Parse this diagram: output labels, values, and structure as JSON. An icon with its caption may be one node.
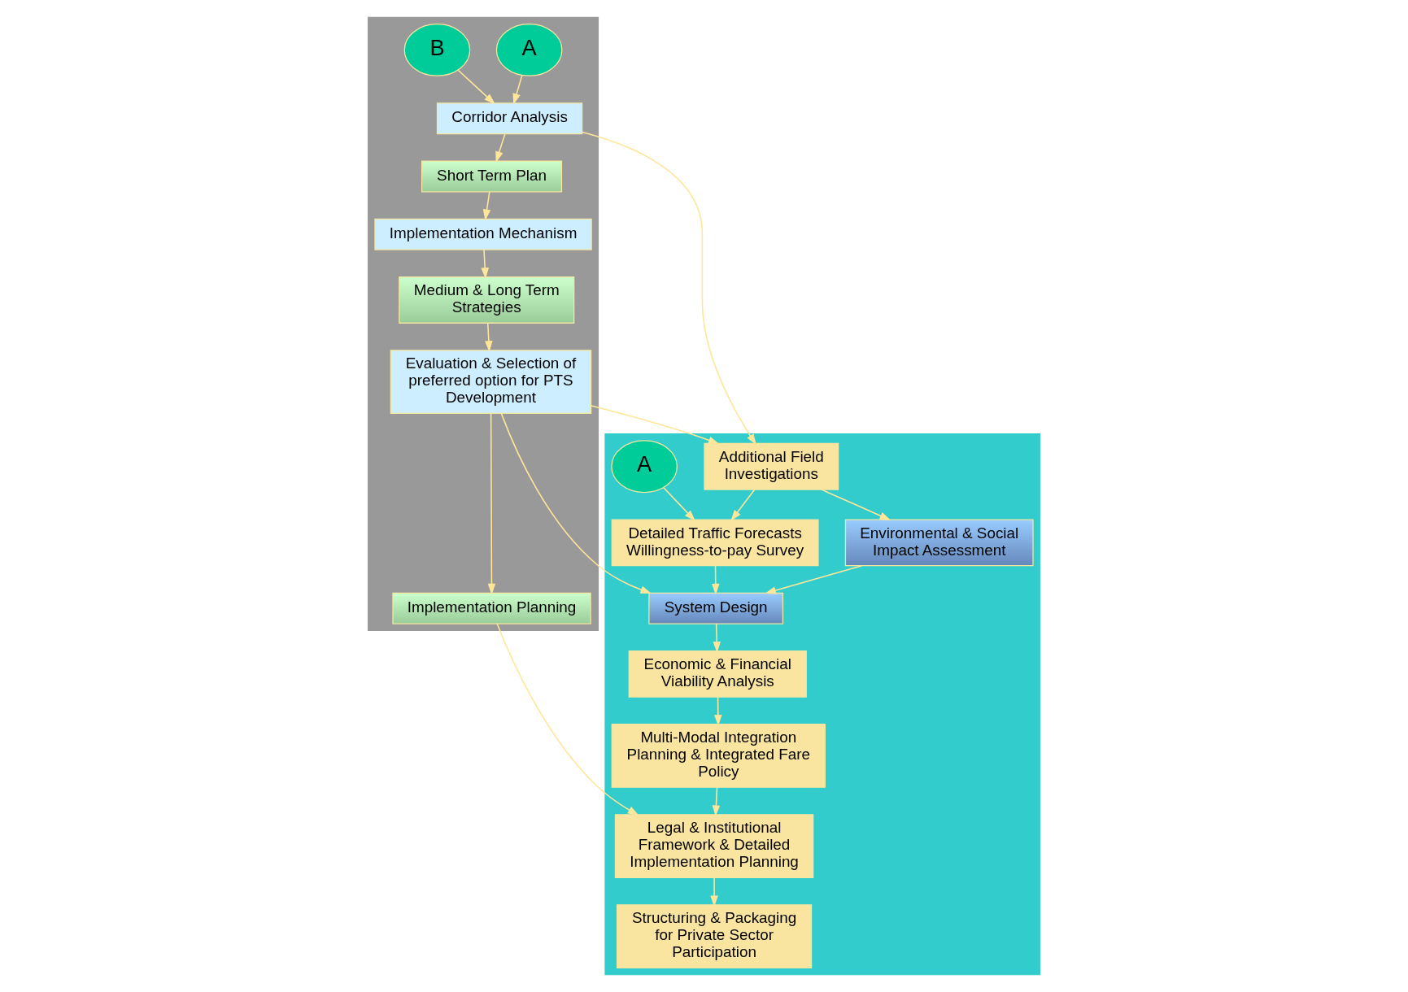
{
  "diagram": {
    "nodes": [
      {
        "text": [],
        "shape": "box"
      },
      {
        "text": [
          "A"
        ],
        "in": 0
      },
      {
        "text": [
          "B"
        ],
        "in": 0
      },
      {
        "text": [
          "Corridor Analysis"
        ],
        "in": 0
      },
      {
        "text": [
          "Short Term Plan"
        ],
        "in": 0
      },
      {
        "text": [
          "Implementation Mechanism"
        ],
        "in": 0
      },
      {
        "text": [
          "Medium & Long Term Strategies"
        ],
        "in": 0
      },
      {
        "text": [
          "Evaluation & Selection of preferred option for PTS Development"
        ],
        "in": 0
      },
      {
        "text": [
          "Implementation Planning"
        ],
        "in": 0
      },
      {
        "text": [],
        "shape": "box"
      },
      {
        "text": [
          "Additional Field Investigations"
        ],
        "in": 9
      },
      {
        "text": [
          "A"
        ],
        "in": 9
      },
      {
        "text": [
          "Detailed Traffic Forecasts",
          "Willingness-to-pay Survey"
        ],
        "in": 9
      },
      {
        "text": [
          "Environmental & Social Impact Assessment"
        ],
        "in": 9
      },
      {
        "text": [
          "System Design"
        ],
        "in": 9
      },
      {
        "text": [
          "Economic & Financial Viability Analysis"
        ],
        "in": 9
      },
      {
        "text": [
          "Multi-Modal Integration Planning & Integrated Fare Policy"
        ],
        "in": 9
      },
      {
        "text": [
          "Legal & Institutional Framework & Detailed Implementation Planning"
        ],
        "in": 9
      },
      {
        "text": [
          "Structuring & Packaging for Private Sector Participation"
        ],
        "in": 9
      }
    ],
    "edges": [
      {
        "from": 1,
        "to": 3,
        "arrow": "to"
      },
      {
        "from": 2,
        "to": 3,
        "arrow": "to"
      },
      {
        "from": 3,
        "to": 4,
        "arrow": "to"
      },
      {
        "from": 4,
        "to": 5,
        "arrow": "to"
      },
      {
        "from": 5,
        "to": 6,
        "arrow": "to"
      },
      {
        "from": 6,
        "to": 7,
        "arrow": "to"
      },
      {
        "from": 7,
        "to": 8,
        "arrow": "to"
      },
      {
        "from": 3,
        "to": 10,
        "arrow": "to"
      },
      {
        "from": 7,
        "to": 10,
        "arrow": "to"
      },
      {
        "from": 7,
        "to": 14,
        "arrow": "to"
      },
      {
        "from": 8,
        "to": 17,
        "arrow": "to"
      },
      {
        "from": 10,
        "to": 12,
        "arrow": "to"
      },
      {
        "from": 11,
        "to": 12,
        "arrow": "to"
      },
      {
        "from": 10,
        "to": 13,
        "arrow": "to"
      },
      {
        "from": 12,
        "to": 14,
        "arrow": "to"
      },
      {
        "from": 13,
        "to": 14,
        "arrow": "to"
      },
      {
        "from": 14,
        "to": 15,
        "arrow": "to"
      },
      {
        "from": 15,
        "to": 16,
        "arrow": "to"
      },
      {
        "from": 16,
        "to": 17,
        "arrow": "to"
      },
      {
        "from": 17,
        "to": 18,
        "arrow": "to"
      }
    ]
  }
}
